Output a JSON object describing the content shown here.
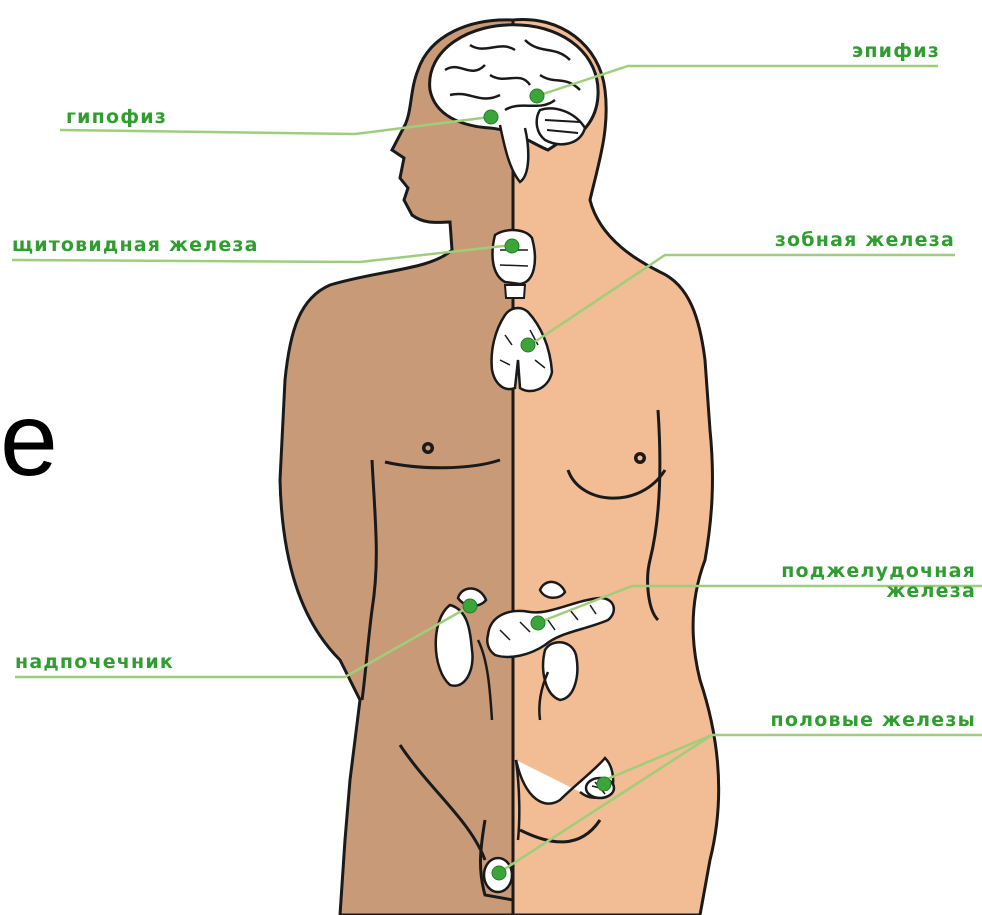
{
  "labels": {
    "epiphysis": "эпифиз",
    "pituitary": "гипофиз",
    "thyroid": "щитовидная железа",
    "thymus": "зобная железа",
    "pancreas_line1": "поджелудочная",
    "pancreas_line2": "железа",
    "adrenal": "надпочечник",
    "gonads": "половые железы"
  },
  "side_letter": "е",
  "colors": {
    "male_skin": "#c89a78",
    "female_skin": "#f2bc94",
    "outline": "#1a1a1a",
    "organ_fill": "#ffffff",
    "label_green": "#2f9d2f",
    "marker_green": "#3aa63a",
    "leader_green": "#9fce7a"
  }
}
